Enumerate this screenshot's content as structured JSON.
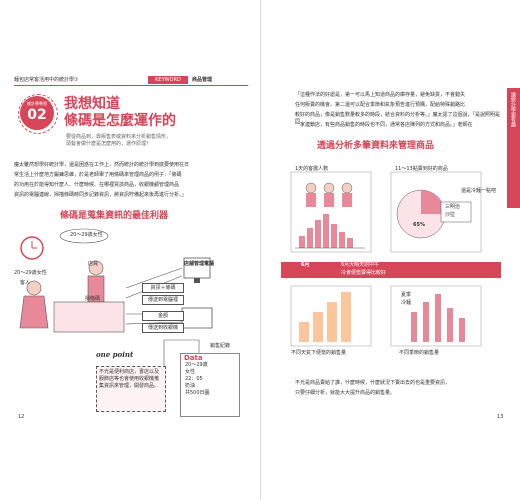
{
  "left": {
    "chapter_label": "麵包店常客活用中的統計學①",
    "keyword_tag": "KEYWORD",
    "keyword_value": "商品管理",
    "section_badge": "統計學學習",
    "section_number": "02",
    "title_line1": "我想知道",
    "title_line2": "條碼是怎麼運作的",
    "title_note_1": "要從商品到，靠販售表或資料來分析銷售情形，",
    "title_note_2": "頭髮會做什麼是怎麼用的，運作原理？",
    "body_1": "魔太雖然想學好統計學，還是困惑在工作上，然而統計的統計學到底要使用在日",
    "body_2": "常生活上什麼地方鍛鍊思維，於是老師舉了用條碼來管理商品的例子：「條碼",
    "body_3": "的功用在於能得知什麼人、什麼時候、在哪裡買該商品，收銀機顧管理商品",
    "body_4": "資訊的電腦連線，掃描條碼時同步記錄資訊，將資訊貯備起來後再進行分析。」",
    "subheading": "條碼是蒐集資訊的最佳利器",
    "diagram": {
      "bubble_age": "20〜29歲女性",
      "clerk": "店員",
      "customer_age": "20〜29歲女性",
      "customer": "客人",
      "scanner": "掃條碼",
      "store_pc": "店舖管理電腦",
      "info_barcode": "資訊＋條碼",
      "send_to_pc": "傳送到電腦裡",
      "amount": "金額",
      "to_register": "傳送到收銀機",
      "review": "銷售紀錄",
      "data_label": "Data",
      "data_rows": [
        "20〜29歲",
        "女性",
        "22：05",
        "奶油",
        "共500日圓"
      ]
    },
    "one_point": "one point",
    "tip_1": "不光是便利商店，書店以及服飾店等也會使用收銀機蒐集資訊來管理，開發商品。",
    "page_number": "12"
  },
  "right": {
    "intro_1": "「這種作法的好處是，第一可以馬上知道商品的庫存量，避免缺貨，不會錯失",
    "intro_2": "任何販賣的機會。第二還可以配合季節和氣象預告進行預購，配給特殊銷路比",
    "intro_3": "較好的商品，像是銷售數量較多的時段，結合資料的分析等。」魔太認了這個說，「是說照明是同",
    "intro_4": "一家連鎖店，有些商品銷售的時段也不同，通常各店陳列的方式和商品。」老師在",
    "subheading": "透過分析多筆資料來管理商品",
    "side_tab": "讓統計學更有趣",
    "chart_left_title": "1天的客層人數",
    "chart_right_title": "11〜13點賣到好的商品",
    "pie_label_1": "三明治",
    "pie_label_2": "沙拉",
    "pie_label_3": "65%",
    "weather_date": "6月",
    "weather_note_1": "6月大晴天的中午",
    "weather_note_2": "冷食便當賣得比較好",
    "bubble_note": "還是冷麵一點吧",
    "caption_left": "不同天氣下便當的銷售量",
    "caption_right": "不同季節的銷售量",
    "season_label_1": "夏季",
    "season_label_2": "冷麵",
    "bottom_1": "不光是商品賣給了誰，什麼時候，什麼狀況下賣出去的也是重要資訊，",
    "bottom_2": "只要仔細分析，就能大大提升商品的銷售量。",
    "page_number": "13"
  }
}
